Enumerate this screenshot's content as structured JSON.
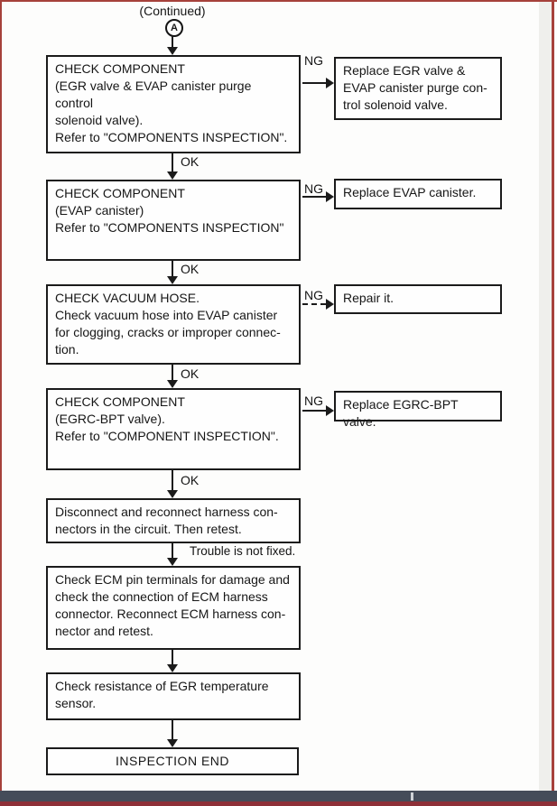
{
  "header": {
    "continued": "(Continued)",
    "connector_letter": "A"
  },
  "labels": {
    "ok": "OK",
    "ng": "NG",
    "trouble_not_fixed": "Trouble is not fixed."
  },
  "flow": {
    "check_egr_purge": {
      "lines": [
        "CHECK COMPONENT",
        "(EGR valve & EVAP canister purge control",
        "solenoid valve).",
        "Refer to \"COMPONENTS INSPECTION\"."
      ]
    },
    "replace_egr_purge": {
      "lines": [
        "Replace EGR valve &",
        "EVAP canister purge con-",
        "trol solenoid valve."
      ]
    },
    "check_evap": {
      "lines": [
        "CHECK COMPONENT",
        "(EVAP canister)",
        "Refer to \"COMPONENTS INSPECTION\""
      ]
    },
    "replace_evap": {
      "lines": [
        "Replace EVAP canister."
      ]
    },
    "check_vacuum_hose": {
      "lines": [
        "CHECK VACUUM HOSE.",
        "Check vacuum hose into EVAP canister",
        "for clogging, cracks or improper connec-",
        "tion."
      ]
    },
    "repair_it": {
      "lines": [
        "Repair it."
      ]
    },
    "check_egrc_bpt": {
      "lines": [
        "CHECK COMPONENT",
        "(EGRC-BPT valve).",
        "Refer to \"COMPONENT INSPECTION\"."
      ]
    },
    "replace_egrc_bpt": {
      "lines": [
        "Replace EGRC-BPT valve."
      ]
    },
    "reconnect_harness": {
      "lines": [
        "Disconnect and reconnect harness con-",
        "nectors in the circuit. Then retest."
      ]
    },
    "check_ecm_pins": {
      "lines": [
        "Check ECM pin terminals for damage and",
        "check the connection of ECM harness",
        "connector. Reconnect ECM harness con-",
        "nector and retest."
      ]
    },
    "check_egr_temp_sensor": {
      "lines": [
        "Check resistance of EGR temperature",
        "sensor."
      ]
    },
    "inspection_end": {
      "lines": [
        "INSPECTION END"
      ]
    }
  }
}
